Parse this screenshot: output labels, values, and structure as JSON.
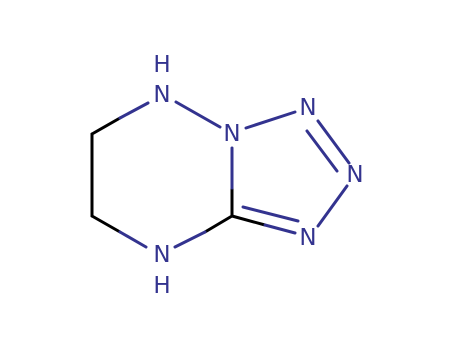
{
  "molecule": {
    "atoms": [
      {
        "id": "N1",
        "symbol": "N"
      },
      {
        "id": "H1",
        "symbol": "H"
      },
      {
        "id": "N2",
        "symbol": "N"
      },
      {
        "id": "N3",
        "symbol": "N"
      },
      {
        "id": "N4",
        "symbol": "N"
      },
      {
        "id": "N5",
        "symbol": "N"
      },
      {
        "id": "N6",
        "symbol": "N"
      },
      {
        "id": "H6",
        "symbol": "H"
      }
    ],
    "colors": {
      "nitrogen": "#33338f",
      "bond_carbon": "#000000",
      "background": "#ffffff"
    }
  }
}
